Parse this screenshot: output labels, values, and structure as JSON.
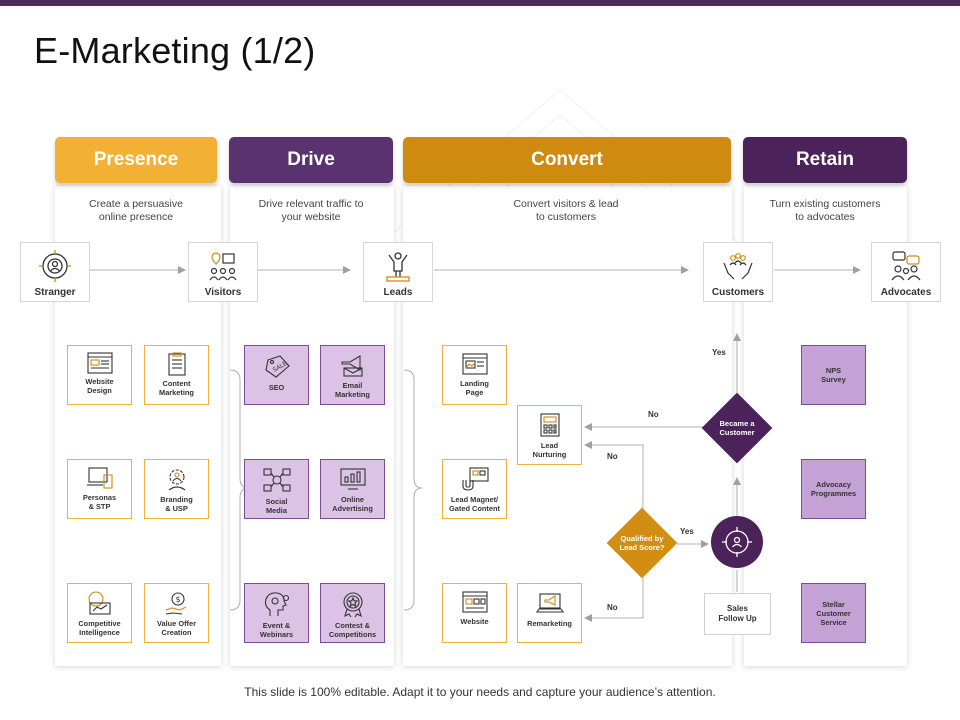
{
  "slide": {
    "title": "E-Marketing (1/2)",
    "footer": "This slide is 100% editable. Adapt it to your needs and capture your audience’s attention."
  },
  "colors": {
    "top_bar": "#4a2b5a",
    "presence": "#f2b134",
    "drive": "#5b3270",
    "convert": "#cf8a10",
    "retain": "#4b2259",
    "light_purple_box": "#dcc3e6",
    "yellow_border": "#f0b03a"
  },
  "columns": [
    {
      "id": "presence",
      "title": "Presence",
      "description": [
        "Create a persuasive",
        "online presence"
      ]
    },
    {
      "id": "drive",
      "title": "Drive",
      "description": [
        "Drive relevant traffic to",
        "your website"
      ]
    },
    {
      "id": "convert",
      "title": "Convert",
      "description": [
        "Convert visitors & lead",
        "to customers"
      ]
    },
    {
      "id": "retain",
      "title": "Retain",
      "description": [
        "Turn existing customers",
        "to advocates"
      ]
    }
  ],
  "stages": [
    {
      "label": "Stranger",
      "icon": "target-person-icon"
    },
    {
      "label": "Visitors",
      "icon": "location-group-icon"
    },
    {
      "label": "Leads",
      "icon": "person-podium-icon"
    },
    {
      "label": "Customers",
      "icon": "hands-group-icon"
    },
    {
      "label": "Advocates",
      "icon": "chat-people-icon"
    }
  ],
  "presence_boxes": [
    {
      "label": [
        "Website",
        "Design"
      ],
      "icon": "browser-icon"
    },
    {
      "label": [
        "Content",
        "Marketing"
      ],
      "icon": "clipboard-icon"
    },
    {
      "label": [
        "Personas",
        "& STP"
      ],
      "icon": "devices-icon"
    },
    {
      "label": [
        "Branding",
        "& USP"
      ],
      "icon": "gear-person-icon"
    },
    {
      "label": [
        "Competitive",
        "Intelligence"
      ],
      "icon": "globe-chart-icon"
    },
    {
      "label": [
        "Value Offer",
        "Creation"
      ],
      "icon": "hand-coin-icon"
    }
  ],
  "drive_boxes": [
    {
      "label": [
        "SEO"
      ],
      "icon": "sale-tag-icon"
    },
    {
      "label": [
        "Email",
        "Marketing"
      ],
      "icon": "megaphone-envelope-icon"
    },
    {
      "label": [
        "Social",
        "Media"
      ],
      "icon": "social-network-icon"
    },
    {
      "label": [
        "Online",
        "Advertising"
      ],
      "icon": "monitor-chart-icon"
    },
    {
      "label": [
        "Event &",
        "Webinars"
      ],
      "icon": "head-gears-icon"
    },
    {
      "label": [
        "Contest &",
        "Competitions"
      ],
      "icon": "medal-icon"
    }
  ],
  "convert_boxes": [
    {
      "label": [
        "Landing",
        "Page"
      ],
      "icon": "landing-page-icon"
    },
    {
      "label": [
        "Lead",
        "Nurturing"
      ],
      "icon": "calculator-icon"
    },
    {
      "label": [
        "Lead Magnet/",
        "Gated Content"
      ],
      "icon": "magnet-content-icon"
    },
    {
      "label": [
        "Website"
      ],
      "icon": "website-icon"
    },
    {
      "label": [
        "Remarketing"
      ],
      "icon": "laptop-megaphone-icon"
    }
  ],
  "decisions": {
    "qualified": [
      "Qualified by",
      "Lead Score?"
    ],
    "became_customer": [
      "Became a",
      "Customer"
    ]
  },
  "flow_labels": {
    "yes_top": "Yes",
    "no_top": "No",
    "no_mid": "No",
    "yes_mid": "Yes",
    "no_bottom": "No"
  },
  "sales_follow_up": [
    "Sales",
    "Follow Up"
  ],
  "retain_boxes": [
    {
      "label": [
        "NPS",
        "Survey"
      ]
    },
    {
      "label": [
        "Advocacy",
        "Programmes"
      ]
    },
    {
      "label": [
        "Stellar",
        "Customer",
        "Service"
      ]
    }
  ]
}
